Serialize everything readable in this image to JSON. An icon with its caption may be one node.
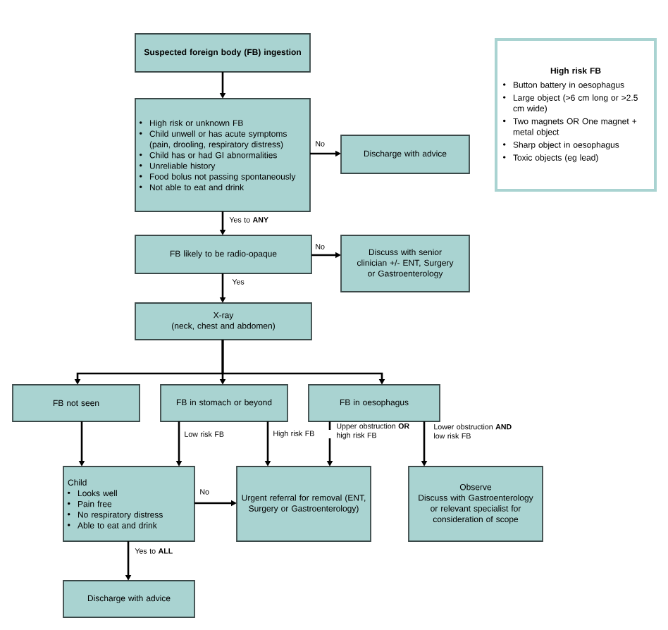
{
  "diagram": {
    "nodes": [
      {
        "text": [
          "Suspected foreign body (FB) ingestion"
        ]
      },
      {
        "text": [
          "High risk or unknown FB",
          "Child unwell or has acute symptoms (pain, drooling, respiratory distress)",
          "Child has or had GI abnormalities",
          "Unreliable history",
          "Food bolus not passing spontaneously",
          "Not able to eat and drink"
        ]
      },
      {
        "text": [
          "Discharge with advice"
        ]
      },
      {
        "text": [
          "FB likely to be radio-opaque"
        ]
      },
      {
        "text": [
          "Discuss with senior clinician +/- ENT, Surgery or Gastroenterology"
        ]
      },
      {
        "text": [
          "X-ray",
          "(neck, chest and abdomen)"
        ]
      },
      {
        "text": [
          "FB not seen"
        ]
      },
      {
        "text": [
          "FB in stomach or beyond"
        ]
      },
      {
        "text": [
          "FB in oesophagus"
        ]
      },
      {
        "text": [
          "Child",
          "Looks well",
          "Pain free",
          "No respiratory distress",
          "Able to eat and drink"
        ]
      },
      {
        "text": [
          "Urgent referral for removal (ENT, Surgery or Gastroenterology)"
        ]
      },
      {
        "text": [
          "Observe",
          "Discuss with Gastroenterology or relevant specialist for consideration of scope"
        ]
      },
      {
        "text": [
          "Discharge with advice"
        ]
      },
      {
        "text": [
          "High risk FB",
          "Button battery in oesophagus",
          "Large object (>6 cm long or >2.5 cm wide)",
          "Two magnets OR One magnet + metal object",
          "Sharp object in oesophagus",
          "Toxic objects (eg lead)"
        ]
      }
    ],
    "edges": [
      {
        "from": 0,
        "to": 1,
        "arrow": "to"
      },
      {
        "from": 1,
        "to": 2,
        "arrow": "to",
        "label": "No"
      },
      {
        "from": 1,
        "to": 3,
        "arrow": "to",
        "label": "Yes to **ANY**"
      },
      {
        "from": 3,
        "to": 4,
        "arrow": "to",
        "label": "No"
      },
      {
        "from": 3,
        "to": 5,
        "arrow": "to",
        "label": "Yes"
      },
      {
        "from": 5,
        "to": 6,
        "arrow": "to"
      },
      {
        "from": 5,
        "to": 7,
        "arrow": "to"
      },
      {
        "from": 5,
        "to": 8,
        "arrow": "to"
      },
      {
        "from": 6,
        "to": 9,
        "arrow": "to"
      },
      {
        "from": 7,
        "to": 9,
        "arrow": "to",
        "label": "Low risk FB"
      },
      {
        "from": 7,
        "to": 10,
        "arrow": "to",
        "label": "High risk FB"
      },
      {
        "from": 8,
        "to": 10,
        "arrow": "to",
        "label": "Upper obstruction **OR** high risk FB"
      },
      {
        "from": 8,
        "to": 11,
        "arrow": "to",
        "label": "Lower obstruction **AND** low risk FB"
      },
      {
        "from": 9,
        "to": 10,
        "arrow": "to",
        "label": "No"
      },
      {
        "from": 9,
        "to": 12,
        "arrow": "to",
        "label": "Yes to **ALL**"
      }
    ]
  }
}
